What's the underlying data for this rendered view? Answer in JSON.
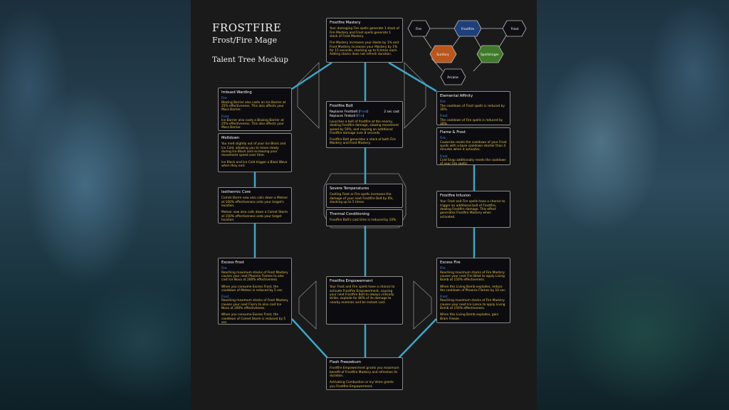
{
  "title": {
    "main": "FROSTFIRE",
    "sub": "Frost/Fire Mage",
    "mock": "Talent Tree Mockup"
  },
  "spec_graph": {
    "nodes": [
      "Fire",
      "Frostfire",
      "Frost",
      "Sunfury",
      "Spellslinger",
      "Arcane"
    ],
    "colors": {
      "frostfire": "#1f3f7a",
      "sunfury": "#b8561d",
      "spellslinger": "#3f7a2a"
    }
  },
  "cards": {
    "mastery": {
      "title": "Frostfire Mastery",
      "p1": "Your damaging Fire spells generate 1 stack of Fire Mastery and Frost spells generate 1 stack of Frost Mastery.",
      "p2": "Fire Mastery increases your Haste by 1% and Frost Mastery increases your Mastery by 1% for 15 seconds, stacking up to 6 times each. Adding stacks does not refresh duration."
    },
    "imbued": {
      "title": "Imbued Warding",
      "fire": "Fire",
      "fire_text": "Blazing Barrier also casts an Ice Barrier at 25% effectiveness. This also affects your Mass Barrier.",
      "frost": "Frost",
      "frost_text": "Ice Barrier also casts a Blazing Barrier at 25% effectiveness. This also affects your Mass Barrier."
    },
    "meltdown": {
      "title": "Meltdown",
      "p1": "You melt slightly out of your Ice Block and Ice Cold, allowing you to move slowly during Ice Block and increasing your movement speed over time.",
      "p2": "Ice Block and Ice Cold trigger a Blast Wave when they end."
    },
    "bolt": {
      "title": "Frostfire Bolt",
      "replaces1": "Replaces Frostbolt (",
      "replaces1_tag": "Frost",
      "replaces1_end": ")",
      "cast": "2 sec cast",
      "replaces2": "Replaces Fireball (",
      "replaces2_tag": "Fire",
      "replaces2_end": ")",
      "p1": "Launches a bolt of frostfire at the enemy, dealing Frostfire damage, slowing movement speed by 50%, and causing an additional Frostfire damage over 8 seconds.",
      "p2": "Frostfire Bolt generates a stack of both Fire Mastery and Frost Mastery."
    },
    "elemental": {
      "title": "Elemental Affinity",
      "fire": "Fire",
      "fire_text": "The cooldown of Frost spells is reduced by 30%.",
      "frost": "Frost",
      "frost_text": "The cooldown of Fire spells is reduced by 30%."
    },
    "flame": {
      "title": "Flame & Frost",
      "fire": "Fire",
      "fire_text": "Cauterize resets the cooldown of your Frost spells with a base cooldown shorter than 4 minutes when it activates.",
      "frost": "Frost",
      "frost_text": "Cold Snap additionally resets the cooldown of your Fire spells."
    },
    "severe": {
      "title": "Severe Temperatures",
      "text": "Casting Frost or Fire spells increases the damage of your next Frostfire Bolt by 6%, stacking up to 5 times."
    },
    "thermal": {
      "title": "Thermal Conditioning",
      "text": "Frostfire Bolt's cast time is reduced by 10%."
    },
    "isothermic": {
      "title": "Isothermic Core",
      "p1": "Comet Storm now also calls down a Meteor at 100% effectiveness onto your target's location.",
      "p2": "Meteor now also calls down a Comet Storm at 150% effectiveness onto your target location."
    },
    "infusion": {
      "title": "Frostfire Infusion",
      "text": "Your Frost and Fire spells have a chance to trigger an additional bolt of Frostfire, dealing Frostfire damage. This effect generates Frostfire Mastery when activated."
    },
    "excess_frost": {
      "title": "Excess Frost",
      "fire": "Fire",
      "fire_text": "Reaching maximum stacks of Frost Mastery causes your next Phoenix Flames to also cast Ice Nova at 200% effectiveness.",
      "fire_text2": "When you consume Excess Frost, the cooldown of Meteor is reduced by 5 sec.",
      "frost": "Frost",
      "frost_text": "Reaching maximum stacks of Frost Mastery causes your next Flurry to also cast Ice Nova at 200% effectiveness.",
      "frost_text2": "When you consume Excess Frost, the cooldown of Comet Storm is reduced by 5 sec."
    },
    "empowerment": {
      "title": "Frostfire Empowerment",
      "text": "Your Frost and Fire spells have a chance to activate Frostfire Empowerment, causing your next Frostfire Bolt to always critically strike, explode for 80% of its damage to nearby enemies and be instant cast."
    },
    "excess_fire": {
      "title": "Excess Fire",
      "fire": "Fire",
      "fire_text": "Reaching maximum stacks of Fire Mastery causes your next Fire Blast to apply Living Bomb at 150% effectiveness.",
      "fire_text2": "When this Living Bomb explodes, reduce the cooldown of Phoenix Flames by 10 sec.",
      "frost": "Frost",
      "frost_text": "Reaching maximum stacks of Fire Mastery causes your next Ice Lance to apply Living Bomb at 150% effectiveness.",
      "frost_text2": "When this Living Bomb explodes, gain Brain Freeze."
    },
    "flash": {
      "title": "Flash Freezeburn",
      "p1": "Frostfire Empowerment grants you maximum benefit of Frostfire Mastery and refreshes its duration.",
      "p2": "Activating Combustion or Icy Veins grants you Frostfire Empowerment."
    }
  }
}
